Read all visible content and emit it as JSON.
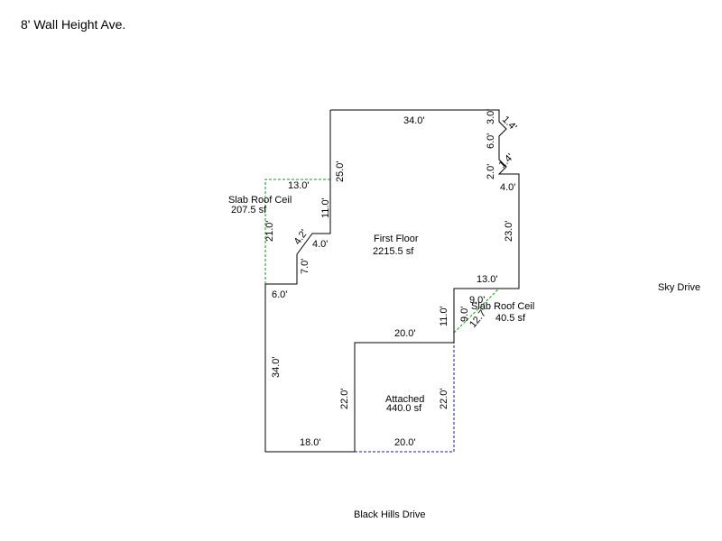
{
  "header": {
    "note": "8' Wall Height Ave."
  },
  "streets": {
    "east": "Sky Drive",
    "south": "Black Hills Drive"
  },
  "areas": {
    "first_floor": {
      "name": "First Floor",
      "area": "2215.5 sf"
    },
    "slab_west": {
      "name": "Slab Roof Ceil",
      "area": "207.5 sf"
    },
    "slab_east": {
      "name": "Slab Roof Ceil",
      "area": "40.5 sf"
    },
    "attached": {
      "name": "Attached",
      "area": "440.0 sf"
    }
  },
  "dimensions": {
    "top": "34.0'",
    "right_top": "3.0'",
    "right_diag_top": "1.4'",
    "right_mid": "6.0'",
    "right_diag_bottom": "1.4'",
    "right_2": "2.0'",
    "right_step": "4.0'",
    "right_23": "23.0'",
    "inner_13": "13.0'",
    "inner_11": "11.0'",
    "inner_20": "20.0'",
    "left_25": "25.0'",
    "slab_top": "13.0'",
    "slab_11": "11.0'",
    "slab_21": "21.0'",
    "diag_42": "4.2'",
    "step_4": "4.0'",
    "step_7": "7.0'",
    "left_6": "6.0'",
    "left_34": "34.0'",
    "bottom_18": "18.0'",
    "att_22_left": "22.0'",
    "att_22_right": "22.0'",
    "att_bottom": "20.0'",
    "slab_e_9h": "9.0'",
    "slab_e_9v": "9.0'",
    "slab_e_diag": "12.7'"
  },
  "colors": {
    "wall": "#000000",
    "slab": "#1a9a1a",
    "garage": "#1a1aa8"
  }
}
